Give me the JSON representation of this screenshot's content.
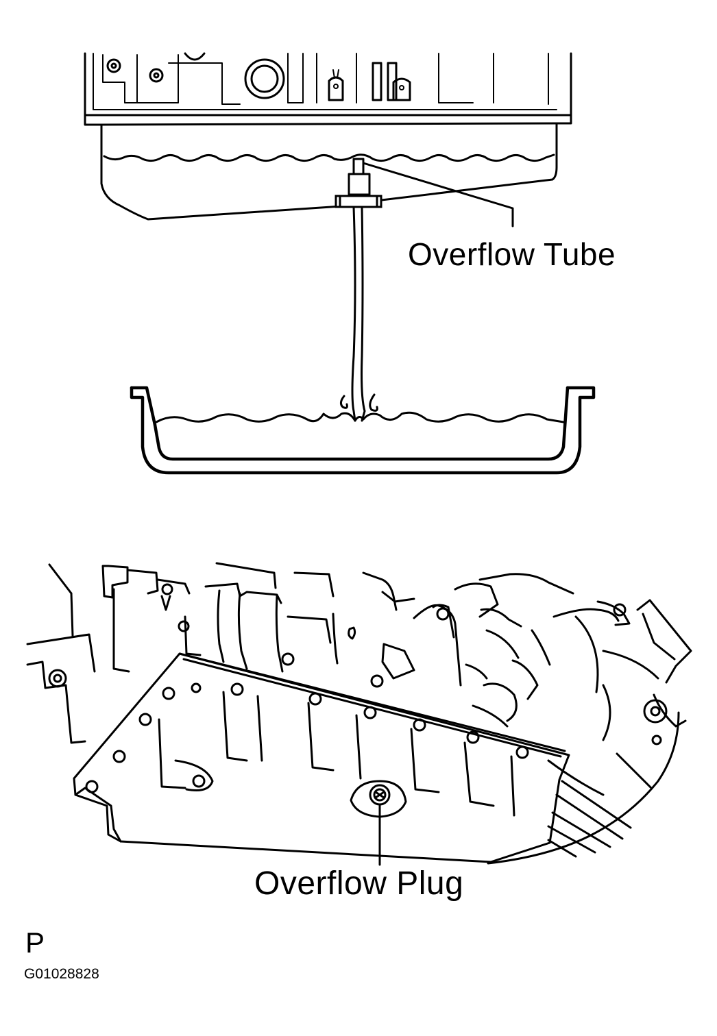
{
  "figure": {
    "callouts": {
      "overflow_tube": "Overflow Tube",
      "overflow_plug": "Overflow Plug"
    },
    "view_letter": "P",
    "figure_id": "G01028828"
  },
  "colors": {
    "line": "#000000",
    "background": "#ffffff"
  }
}
